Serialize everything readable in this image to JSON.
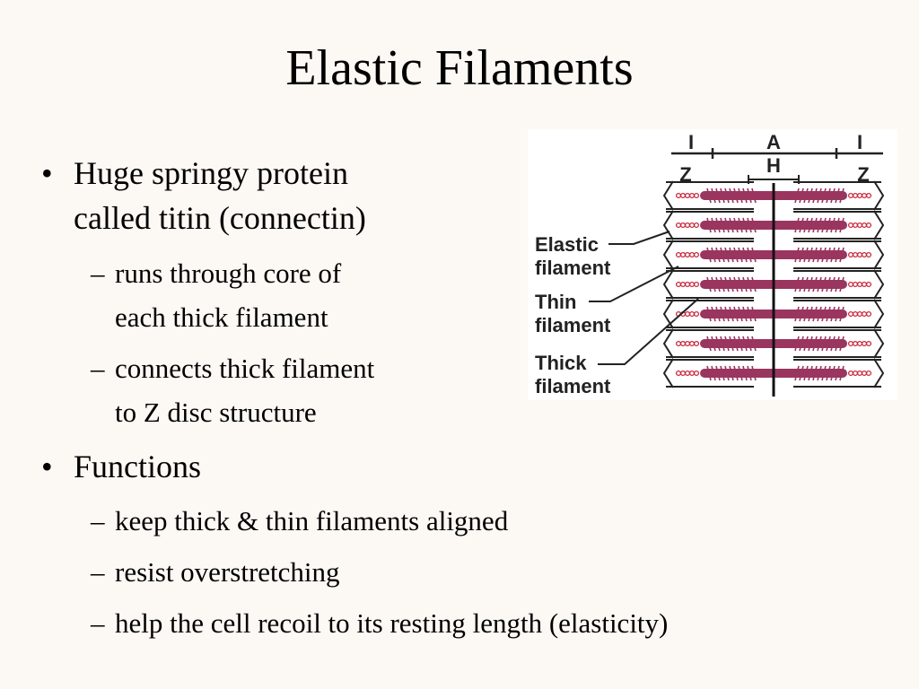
{
  "slide": {
    "title": "Elastic Filaments",
    "bullets": [
      {
        "lines": [
          "Huge springy protein",
          "called titin (connectin)"
        ],
        "subs": [
          {
            "lines": [
              "runs through core of",
              "each thick filament"
            ]
          },
          {
            "lines": [
              "connects thick filament",
              "to Z disc structure"
            ]
          }
        ]
      },
      {
        "lines": [
          "Functions"
        ],
        "subs": [
          {
            "lines": [
              "keep thick & thin filaments aligned"
            ]
          },
          {
            "lines": [
              "resist overstretching"
            ]
          },
          {
            "lines": [
              "help the cell recoil to its resting length (elasticity)"
            ]
          }
        ]
      }
    ],
    "bullet_symbol": "•",
    "dash_symbol": "–"
  },
  "diagram": {
    "band_labels": {
      "i_left": "I",
      "a": "A",
      "i_right": "I",
      "h": "H",
      "z_left": "Z",
      "z_right": "Z"
    },
    "callouts": {
      "elastic": [
        "Elastic",
        "filament"
      ],
      "thin": [
        "Thin",
        "filament"
      ],
      "thick": [
        "Thick",
        "filament"
      ]
    },
    "colors": {
      "thick": "#9a3560",
      "titin": "#c8283c",
      "lines": "#222222",
      "background": "#ffffff"
    }
  }
}
